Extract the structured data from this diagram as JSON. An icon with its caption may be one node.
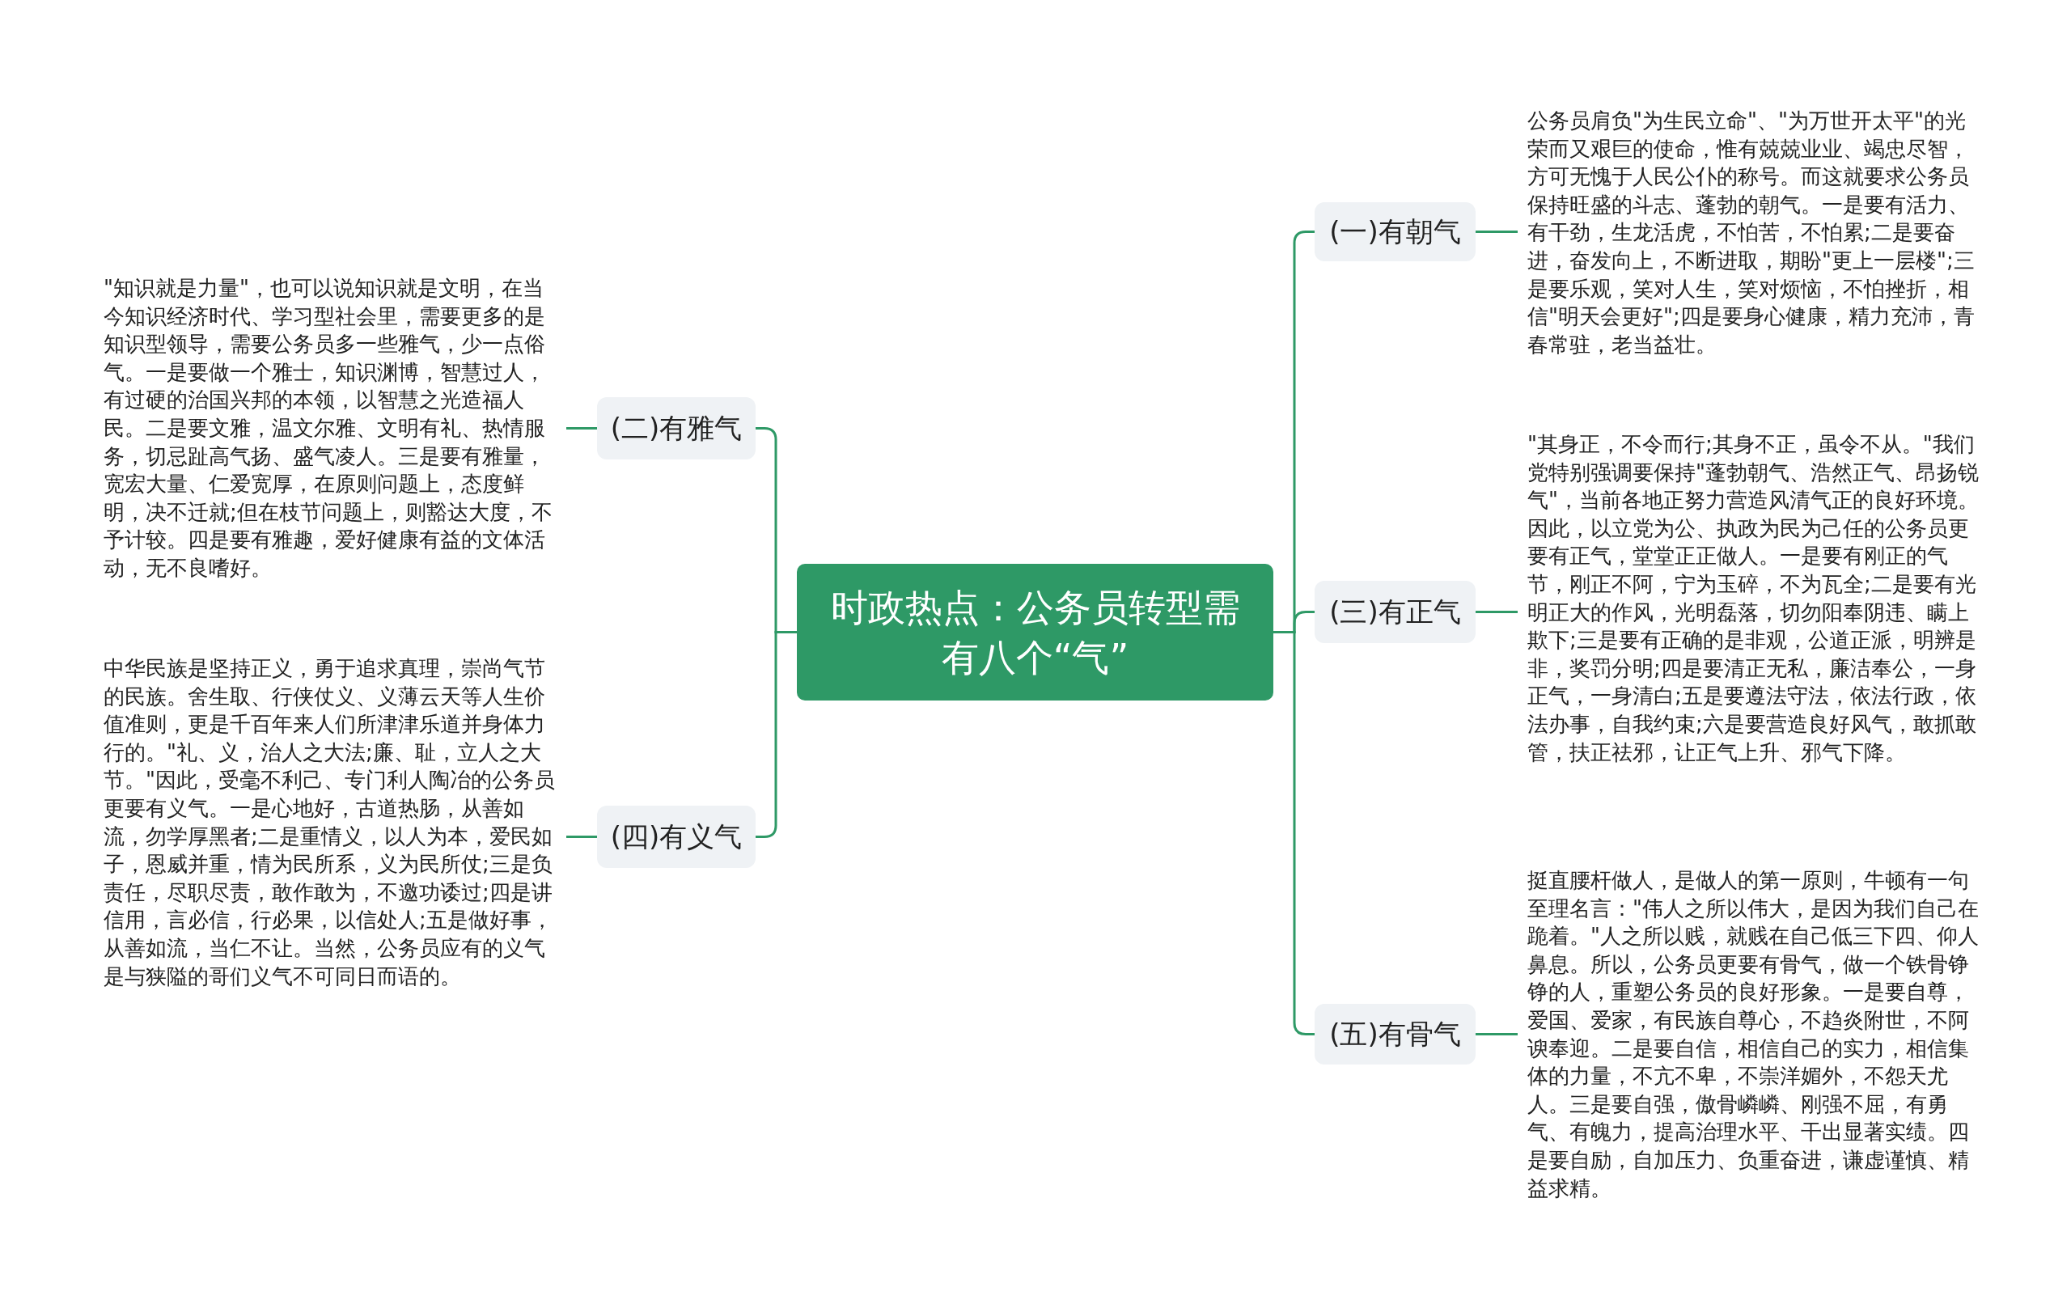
{
  "diagram": {
    "nodes": [
      {
        "text": [
          "时政热点：公务员转型需有八个“气”"
        ]
      },
      {
        "text": [
          "(一)有朝气"
        ]
      },
      {
        "text": [
          "公务员肩负\"为生民立命\"、\"为万世开太平\"的光荣而又艰巨的使命，惟有兢兢业业、竭忠尽智，方可无愧于人民公仆的称号。而这就要求公务员保持旺盛的斗志、蓬勃的朝气。一是要有活力、有干劲，生龙活虎，不怕苦，不怕累;二是要奋进，奋发向上，不断进取，期盼\"更上一层楼\";三是要乐观，笑对人生，笑对烦恼，不怕挫折，相信\"明天会更好\";四是要身心健康，精力充沛，青春常驻，老当益壮。"
        ]
      },
      {
        "text": [
          "(二)有雅气"
        ]
      },
      {
        "text": [
          "\"知识就是力量\"，也可以说知识就是文明，在当今知识经济时代、学习型社会里，需要更多的是知识型领导，需要公务员多一些雅气，少一点俗气。一是要做一个雅士，知识渊博，智慧过人，有过硬的治国兴邦的本领，以智慧之光造福人民。二是要文雅，温文尔雅、文明有礼、热情服务，切忌趾高气扬、盛气凌人。三是要有雅量，宽宏大量、仁爱宽厚，在原则问题上，态度鲜明，决不迁就;但在枝节问题上，则豁达大度，不予计较。四是要有雅趣，爱好健康有益的文体活动，无不良嗜好。"
        ]
      },
      {
        "text": [
          "(三)有正气"
        ]
      },
      {
        "text": [
          "\"其身正，不令而行;其身不正，虽令不从。\"我们党特别强调要保持\"蓬勃朝气、浩然正气、昂扬锐气\"，当前各地正努力营造风清气正的良好环境。因此，以立党为公、执政为民为己任的公务员更要有正气，堂堂正正做人。一是要有刚正的气节，刚正不阿，宁为玉碎，不为瓦全;二是要有光明正大的作风，光明磊落，切勿阳奉阴违、瞒上欺下;三是要有正确的是非观，公道正派，明辨是非，奖罚分明;四是要清正无私，廉洁奉公，一身正气，一身清白;五是要遵法守法，依法行政，依法办事，自我约束;六是要营造良好风气，敢抓敢管，扶正祛邪，让正气上升、邪气下降。"
        ]
      },
      {
        "text": [
          "(四)有义气"
        ]
      },
      {
        "text": [
          "中华民族是坚持正义，勇于追求真理，崇尚气节的民族。舍生取、行侠仗义、义薄云天等人生价值准则，更是千百年来人们所津津乐道并身体力行的。\"礼、义，治人之大法;廉、耻，立人之大节。\"因此，受毫不利己、专门利人陶冶的公务员更要有义气。一是心地好，古道热肠，从善如流，勿学厚黑者;二是重情义，以人为本，爱民如子，恩威并重，情为民所系，义为民所仗;三是负责任，尽职尽责，敢作敢为，不邀功诿过;四是讲信用，言必信，行必果，以信处人;五是做好事，从善如流，当仁不让。当然，公务员应有的义气是与狭隘的哥们义气不可同日而语的。"
        ]
      },
      {
        "text": [
          "(五)有骨气"
        ]
      },
      {
        "text": [
          "挺直腰杆做人，是做人的第一原则，牛顿有一句至理名言：\"伟人之所以伟大，是因为我们自己在跪着。\"人之所以贱，就贱在自己低三下四、仰人鼻息。所以，公务员更要有骨气，做一个铁骨铮铮的人，重塑公务员的良好形象。一是要自尊，爱国、爱家，有民族自尊心，不趋炎附世，不阿谀奉迎。二是要自信，相信自己的实力，相信集体的力量，不亢不卑，不崇洋媚外，不怨天尤人。三是要自强，傲骨嶙嶙、刚强不屈，有勇气、有魄力，提高治理水平、干出显著实绩。四是要自励，自加压力、负重奋进，谦虚谨慎、精益求精。"
        ]
      }
    ],
    "edges": [
      {
        "from": 0,
        "to": 1,
        "arrow": "none"
      },
      {
        "from": 1,
        "to": 2,
        "arrow": "none"
      },
      {
        "from": 0,
        "to": 3,
        "arrow": "none"
      },
      {
        "from": 3,
        "to": 4,
        "arrow": "none"
      },
      {
        "from": 0,
        "to": 5,
        "arrow": "none"
      },
      {
        "from": 5,
        "to": 6,
        "arrow": "none"
      },
      {
        "from": 0,
        "to": 7,
        "arrow": "none"
      },
      {
        "from": 7,
        "to": 8,
        "arrow": "none"
      },
      {
        "from": 0,
        "to": 9,
        "arrow": "none"
      },
      {
        "from": 9,
        "to": 10,
        "arrow": "none"
      }
    ]
  }
}
